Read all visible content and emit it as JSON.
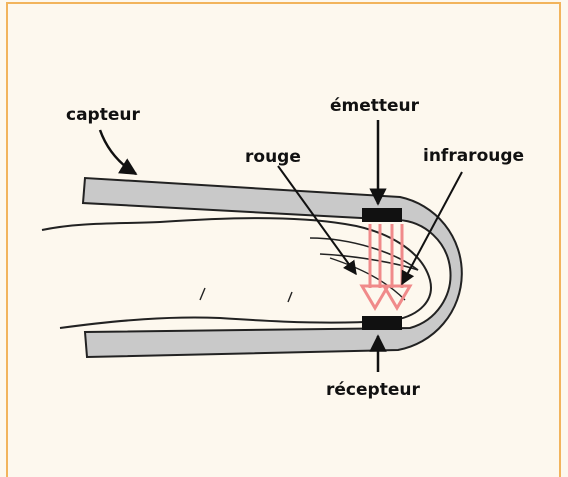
{
  "labels": {
    "capteur": "capteur",
    "emetteur": "émetteur",
    "rouge": "rouge",
    "infrarouge": "infrarouge",
    "recepteur": "récepteur"
  },
  "colors": {
    "frame_border": "#f2b45c",
    "background": "#fdf8ee",
    "sensor_fill": "#c9c9c9",
    "component": "#111111",
    "beam": "#f08a8a"
  }
}
